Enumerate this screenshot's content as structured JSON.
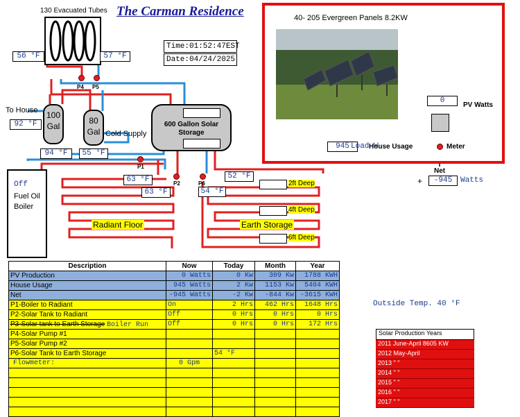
{
  "header": {
    "collector_label": "130 Evacuated Tubes",
    "title": "The Carman Residence",
    "time": "Time:01:52:47EST",
    "date": "Date:04/24/2025"
  },
  "collector": {
    "left_temp": "56 °F",
    "right_temp": "57 °F"
  },
  "tanks": {
    "to_house_label": "To House",
    "to_house_temp": "92 °F",
    "tank100_label": "100 Gal",
    "tank100_temp": "94 °F",
    "tank80_label": "80 Gal",
    "tank80_temp": "55 °F",
    "cold_supply_label": "Cold Supply",
    "storage_label": "600 Gallon Solar Storage",
    "storage_top_temp": "",
    "storage_bottom_temp": ""
  },
  "pumps": {
    "p1": "P1",
    "p2": "P2",
    "p4": "P4",
    "p5": "P5",
    "p6": "P6"
  },
  "boiler": {
    "status": "Off",
    "label": "Fuel Oil Boiler"
  },
  "radiant": {
    "label": "Radiant Floor",
    "temp_in": "63 °F",
    "temp_out": "63 °F"
  },
  "earth": {
    "label": "Earth Storage",
    "temp_supply": "52 °F",
    "temp_return": "54 °F",
    "depth_2ft": "2ft Deep",
    "depth_4ft": "4ft Deep",
    "depth_6ft": "6ft Deep",
    "value_2ft": "",
    "value_4ft": "",
    "value_6ft": ""
  },
  "pv": {
    "panel_title": "40- 205 Evergreen Panels 8.2KW",
    "pv_watts_value": "0",
    "pv_watts_label": "PV Watts",
    "house_usage_value": "945",
    "load_label": "Load W",
    "house_usage_label": "House Usage",
    "meter_label": "Meter",
    "net_label": "Net",
    "net_sign": "+",
    "net_value": "-945",
    "net_unit": "Watts"
  },
  "colors": {
    "pipe_hot": "#e02020",
    "pipe_cold": "#2a8ed8",
    "frame_red": "#e01010"
  },
  "table": {
    "headers": [
      "Description",
      "Now",
      "Today",
      "Month",
      "Year"
    ],
    "rows": [
      {
        "desc": "PV Production",
        "now": "0 Watts",
        "today": "0 Kw",
        "month": "309 Kw",
        "year": "1788 KWH"
      },
      {
        "desc": "House Usage",
        "now": "945 Watts",
        "today": "2 Kw",
        "month": "1153 Kw",
        "year": "5404 KWH"
      },
      {
        "desc": "Net",
        "now": "-945 Watts",
        "today": "-2 Kw",
        "month": "-844 Kw",
        "year": "-3615 KWH"
      },
      {
        "desc": "P1-Boiler to Radiant",
        "now": "On",
        "today": "2 Hrs",
        "month": "462 Hrs",
        "year": "1648 Hrs"
      },
      {
        "desc": "P2-Solar Tank to Radiant",
        "now": "Off",
        "today": "0 Hrs",
        "month": "0 Hrs",
        "year": "0 Hrs"
      },
      {
        "desc": "P3-Solar tank to Earth Storage",
        "now": "Off",
        "today": "0 Hrs",
        "month": "0 Hrs",
        "year": "172 Hrs"
      },
      {
        "desc": "P4-Solar Pump #1",
        "now": "",
        "today": "",
        "month": "",
        "year": ""
      },
      {
        "desc": "P5-Solar Pump #2",
        "now": "",
        "today": "",
        "month": "",
        "year": ""
      },
      {
        "desc": "P6-Solar Tank to Earth Storage",
        "now": "",
        "today": "54 °F",
        "month": "",
        "year": ""
      },
      {
        "desc": "Flowmeter:",
        "now": "0 Gpm",
        "today": "",
        "month": "",
        "year": ""
      }
    ],
    "boiler_run_label": "Boiler Run"
  },
  "outside_temp": "Outside Temp. 40 °F",
  "solar_years": {
    "title": "Solar Production Years",
    "rows": [
      "2011 June-April      8605 KW",
      "2012 May-April",
      "2013  \"      \"",
      "2014  \"      \"",
      "2015  \"      \"",
      "2016  \"      \"",
      "2017  \"      \""
    ]
  }
}
